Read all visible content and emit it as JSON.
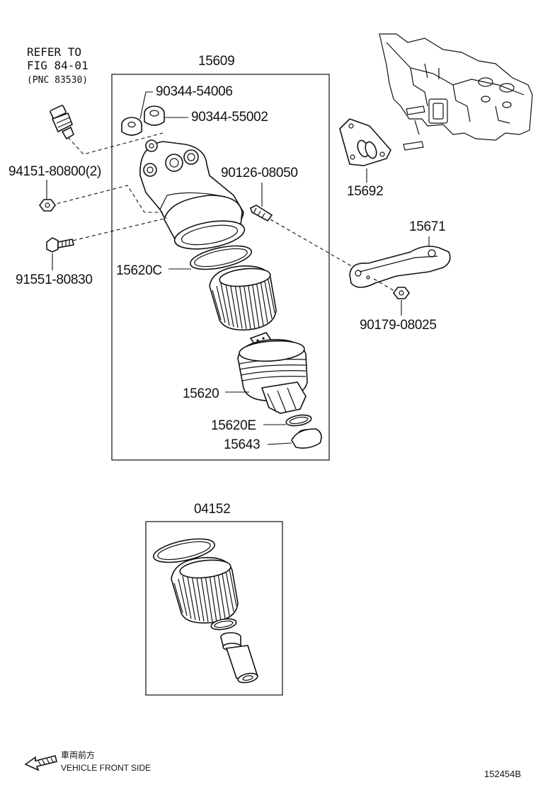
{
  "refer": {
    "line1": "REFER TO",
    "line2": "FIG 84-01",
    "line3": "(PNC 83530)"
  },
  "parts": {
    "p15609": "15609",
    "p90344_54006": "90344-54006",
    "p90344_55002": "90344-55002",
    "p94151": "94151-80800(2)",
    "p90126": "90126-08050",
    "p91551": "91551-80830",
    "p15620C": "15620C",
    "p15620": "15620",
    "p15620E": "15620E",
    "p15643": "15643",
    "p15692": "15692",
    "p15671": "15671",
    "p90179": "90179-08025",
    "p04152": "04152"
  },
  "footer": {
    "jp_label": "車両前方",
    "direction_label": "VEHICLE FRONT SIDE",
    "figure_number": "152454B"
  }
}
